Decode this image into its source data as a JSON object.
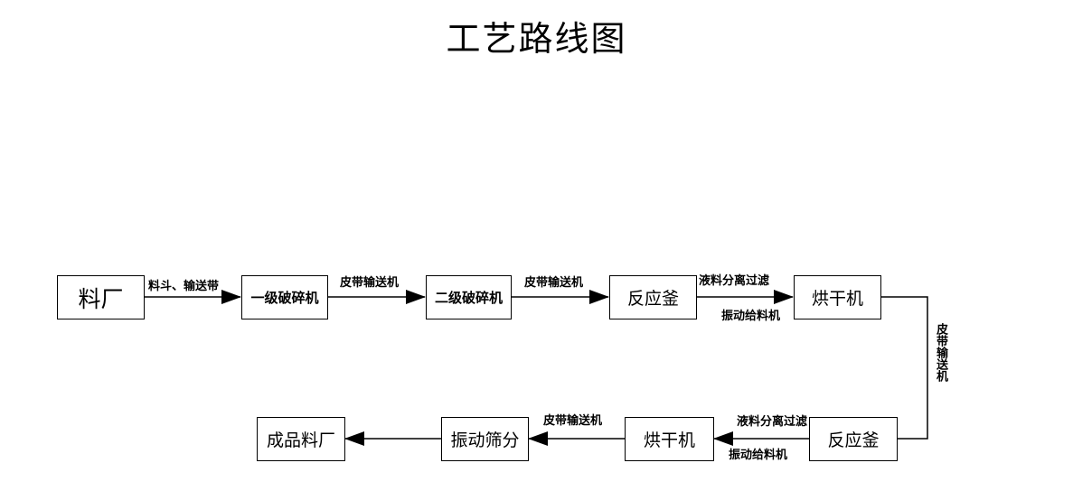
{
  "title": "工艺路线图",
  "row1": {
    "nodes": [
      "料厂",
      "一级破碎机",
      "二级破碎机",
      "反应釜",
      "烘干机"
    ],
    "edges": [
      "料斗、输送带",
      "皮带输送机",
      "皮带输送机",
      "液料分离过滤"
    ],
    "sub_label": "振动给料机"
  },
  "vertical_edge": "皮带输送机",
  "row2": {
    "nodes": [
      "反应釜",
      "烘干机",
      "振动筛分",
      "成品料厂"
    ],
    "edges": [
      "液料分离过滤",
      "皮带输送机",
      ""
    ],
    "sub_label": "振动给料机"
  }
}
